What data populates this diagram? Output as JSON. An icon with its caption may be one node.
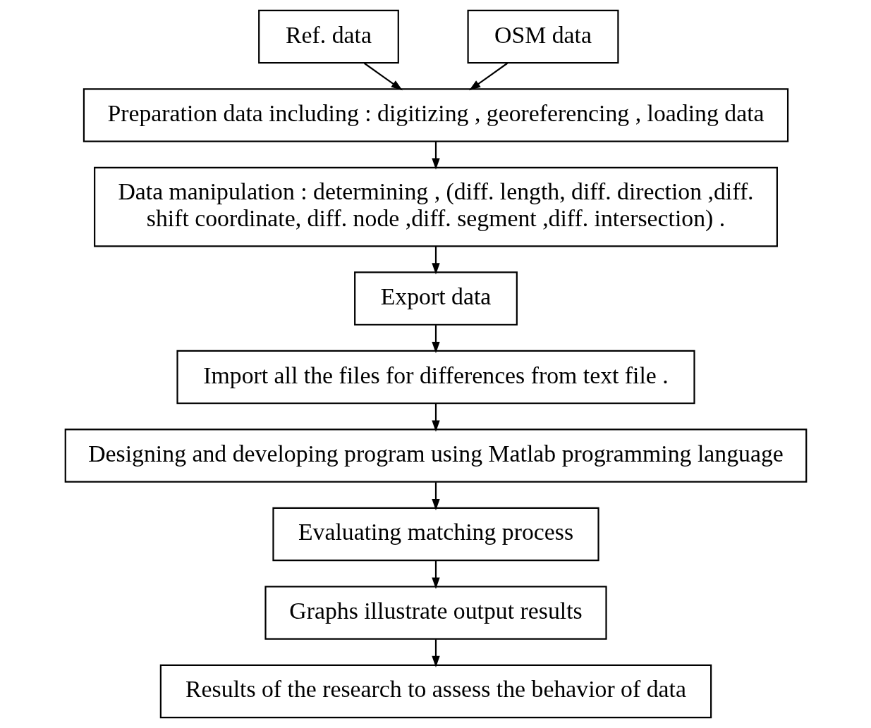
{
  "diagram": {
    "nodes": [
      {
        "text": [
          "Ref. data"
        ]
      },
      {
        "text": [
          "OSM data"
        ]
      },
      {
        "text": [
          "Preparation data including : digitizing , georeferencing , loading data"
        ]
      },
      {
        "text": [
          "Data manipulation : determining , (diff. length, diff. direction ,diff. shift coordinate, diff. node ,diff. segment ,diff. intersection) ."
        ]
      },
      {
        "text": [
          "Export data"
        ]
      },
      {
        "text": [
          "Import all the files for differences from text file ."
        ]
      },
      {
        "text": [
          "Designing and developing program using Matlab programming language"
        ]
      },
      {
        "text": [
          "Evaluating matching process"
        ]
      },
      {
        "text": [
          "Graphs illustrate output results"
        ]
      },
      {
        "text": [
          "Results of the research to assess the behavior of data"
        ]
      }
    ],
    "edges": [
      {
        "from": 0,
        "to": 2,
        "arrow": "to"
      },
      {
        "from": 1,
        "to": 2,
        "arrow": "to"
      },
      {
        "from": 2,
        "to": 3,
        "arrow": "to"
      },
      {
        "from": 3,
        "to": 4,
        "arrow": "to"
      },
      {
        "from": 4,
        "to": 5,
        "arrow": "to"
      },
      {
        "from": 5,
        "to": 6,
        "arrow": "to"
      },
      {
        "from": 6,
        "to": 7,
        "arrow": "to"
      },
      {
        "from": 7,
        "to": 8,
        "arrow": "to"
      },
      {
        "from": 8,
        "to": 9,
        "arrow": "to"
      }
    ]
  }
}
